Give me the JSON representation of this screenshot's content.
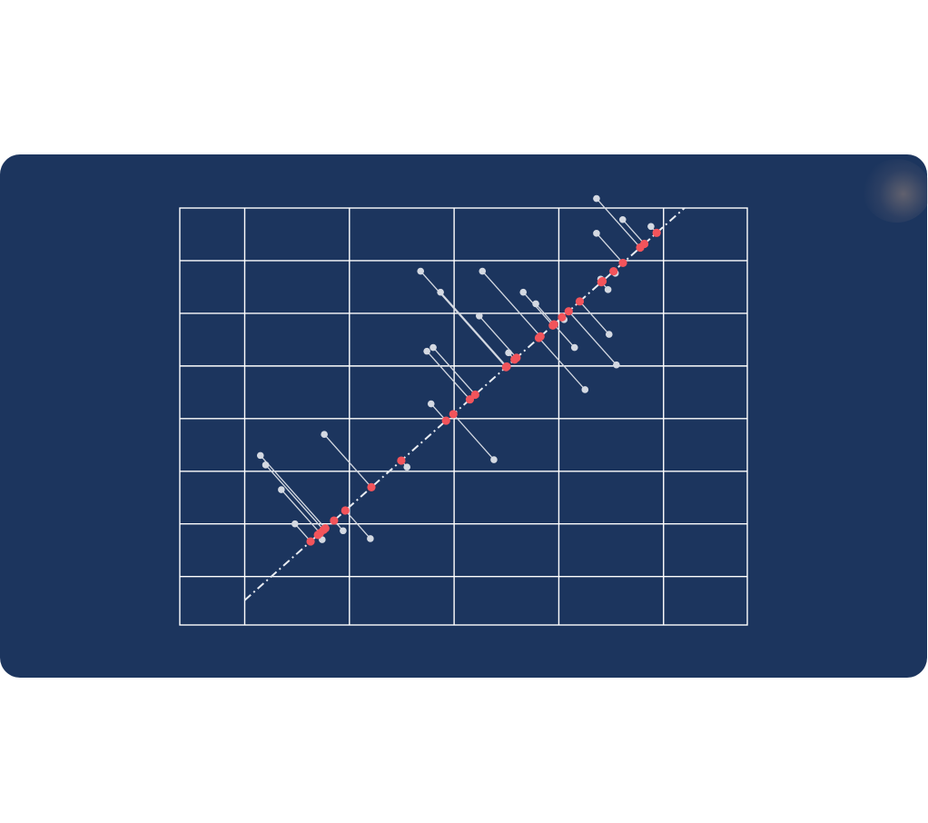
{
  "theme": {
    "panel_bg": "#1c355e",
    "grid_color": "#ffffff",
    "projection_line_color": "#d4d9e2",
    "original_point_color": "#d4d9e2",
    "projected_point_color": "#f2545b",
    "fit_line_color": "#e8ecf2"
  },
  "chart_data": {
    "type": "scatter",
    "description_kind": "orthogonal projection of points onto a fitted line",
    "title": "",
    "xlabel": "",
    "ylabel": "",
    "xlim": [
      -0.62,
      4.8
    ],
    "ylim": [
      -0.92,
      7.0
    ],
    "x_gridlines": [
      0,
      1,
      2,
      3,
      4
    ],
    "y_gridlines": [
      0,
      1,
      2,
      3,
      4,
      5,
      6
    ],
    "grid": true,
    "legend": "none",
    "fit_line": {
      "style": "dash-dot",
      "from": [
        0,
        -0.45
      ],
      "to": [
        4.2,
        7.0
      ]
    },
    "points": [
      {
        "x": 0.15,
        "y": 2.3
      },
      {
        "x": 0.2,
        "y": 2.12
      },
      {
        "x": 0.35,
        "y": 1.65
      },
      {
        "x": 0.48,
        "y": 1.0
      },
      {
        "x": 0.74,
        "y": 0.7
      },
      {
        "x": 0.94,
        "y": 0.87
      },
      {
        "x": 1.2,
        "y": 0.72
      },
      {
        "x": 0.76,
        "y": 2.7
      },
      {
        "x": 1.78,
        "y": 3.28
      },
      {
        "x": 2.38,
        "y": 2.22
      },
      {
        "x": 1.55,
        "y": 2.08
      },
      {
        "x": 1.8,
        "y": 4.35
      },
      {
        "x": 1.74,
        "y": 4.28
      },
      {
        "x": 2.24,
        "y": 4.95
      },
      {
        "x": 1.68,
        "y": 5.8
      },
      {
        "x": 1.87,
        "y": 5.4
      },
      {
        "x": 2.27,
        "y": 5.8
      },
      {
        "x": 2.52,
        "y": 4.25
      },
      {
        "x": 2.66,
        "y": 5.4
      },
      {
        "x": 2.78,
        "y": 5.18
      },
      {
        "x": 3.25,
        "y": 3.55
      },
      {
        "x": 3.15,
        "y": 4.35
      },
      {
        "x": 3.05,
        "y": 4.88
      },
      {
        "x": 3.55,
        "y": 4.02
      },
      {
        "x": 3.48,
        "y": 4.6
      },
      {
        "x": 3.4,
        "y": 5.65
      },
      {
        "x": 3.47,
        "y": 5.45
      },
      {
        "x": 3.54,
        "y": 5.76
      },
      {
        "x": 3.36,
        "y": 7.18
      },
      {
        "x": 3.36,
        "y": 6.52
      },
      {
        "x": 3.61,
        "y": 6.78
      },
      {
        "x": 3.88,
        "y": 6.65
      }
    ]
  }
}
